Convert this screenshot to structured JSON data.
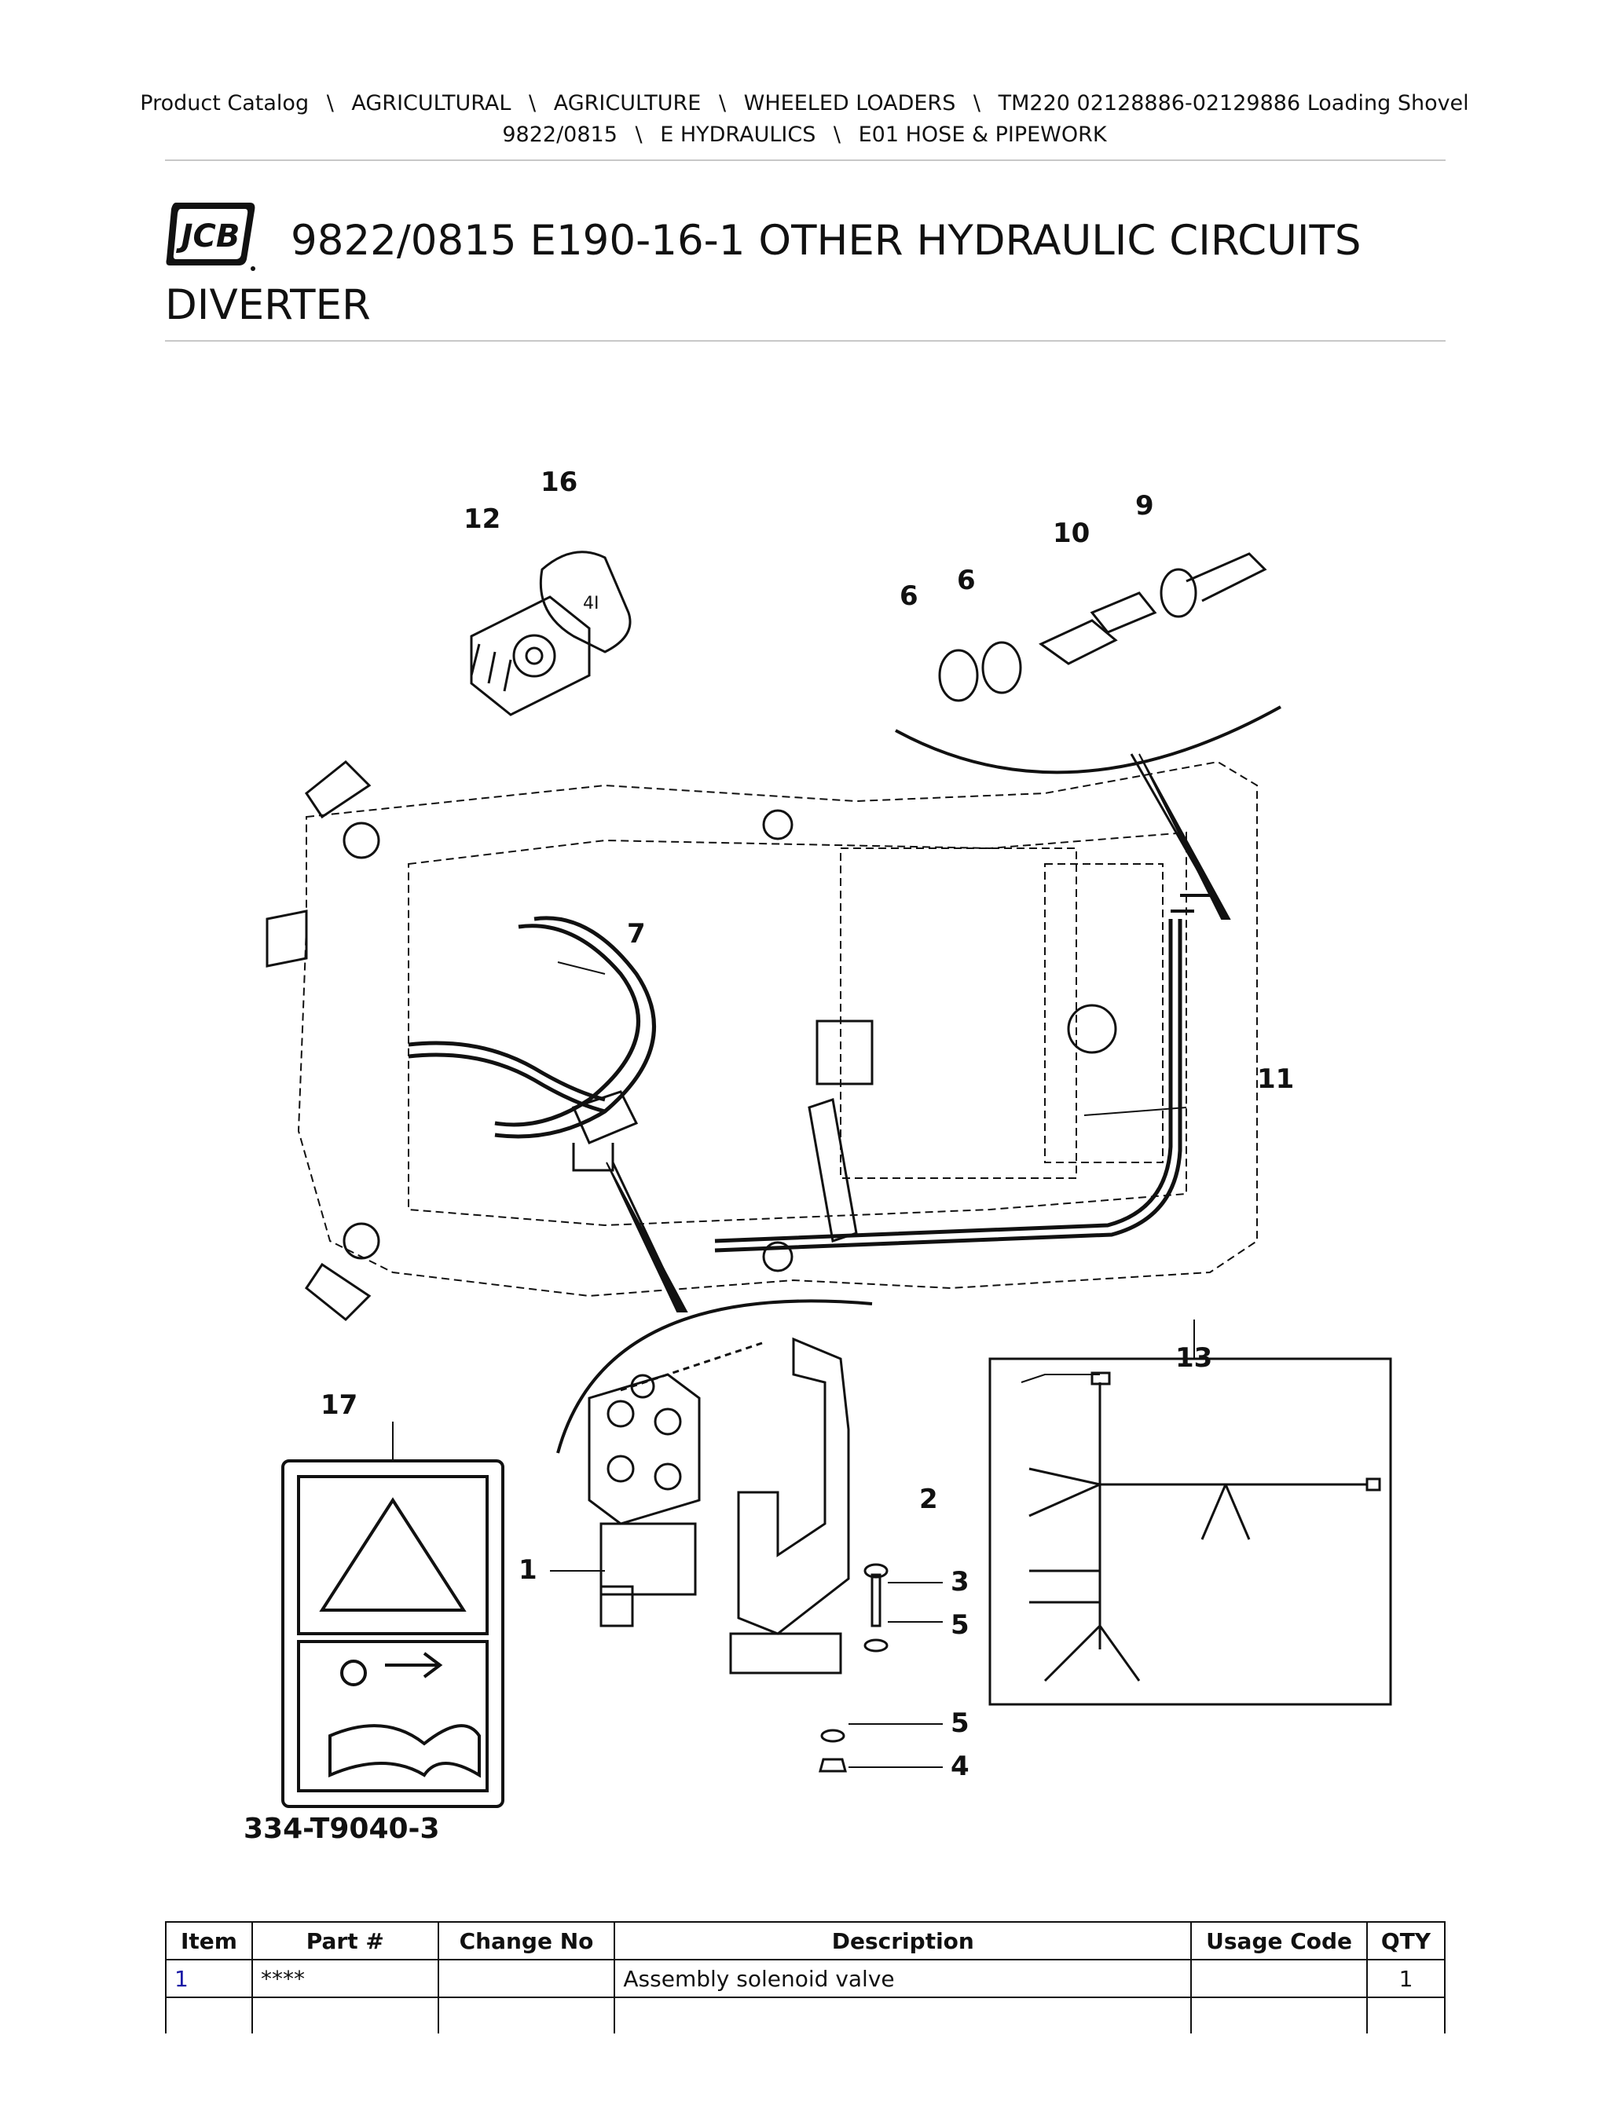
{
  "breadcrumb": {
    "line1": [
      "Product Catalog",
      "AGRICULTURAL",
      "AGRICULTURE",
      "WHEELED LOADERS",
      "TM220 02128886-02129886 Loading Shovel"
    ],
    "line2": [
      "9822/0815",
      "E HYDRAULICS",
      "E01 HOSE & PIPEWORK"
    ],
    "separator": "\\"
  },
  "logo": {
    "text": "JCB"
  },
  "title": {
    "line1": "9822/0815 E190-16-1 OTHER HYDRAULIC CIRCUITS",
    "line2": "DIVERTER"
  },
  "diagram": {
    "reference": "334-T9040-3",
    "callouts": [
      "16",
      "12",
      "9",
      "10",
      "6",
      "6",
      "7",
      "11",
      "17",
      "13",
      "2",
      "1",
      "3",
      "5",
      "5",
      "4"
    ]
  },
  "table": {
    "headers": [
      "Item",
      "Part #",
      "Change No",
      "Description",
      "Usage Code",
      "QTY"
    ],
    "rows": [
      {
        "item": "1",
        "part": "****",
        "change": "",
        "description": "Assembly solenoid valve",
        "usage": "",
        "qty": "1"
      }
    ]
  }
}
